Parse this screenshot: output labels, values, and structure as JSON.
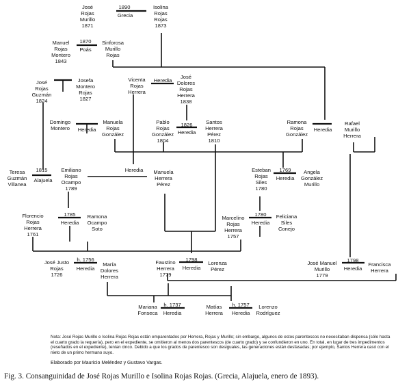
{
  "persons": {
    "jose_rojas_murillo": {
      "name": [
        "José",
        "Rojas",
        "Murillo"
      ],
      "year": "1871"
    },
    "isolina_rojas_rojas": {
      "name": [
        "Isolina",
        "Rojas",
        "Rojas"
      ],
      "year": "1873"
    },
    "manuel_rojas_montero": {
      "name": [
        "Manuel",
        "Rojas",
        "Montero"
      ],
      "year": "1843"
    },
    "sinforosa_murillo_rojas": {
      "name": [
        "Sinforosa",
        "Murillo",
        "Rojas"
      ]
    },
    "jose_rojas_guzman": {
      "name": [
        "José",
        "Rojas",
        "Guzmán"
      ],
      "year": "1824"
    },
    "josefa_montero_rojas": {
      "name": [
        "Josefa",
        "Montero",
        "Rojas"
      ],
      "year": "1827"
    },
    "vicenta_rojas_herrera": {
      "name": [
        "Vicenta",
        "Rojas",
        "Herrera"
      ]
    },
    "jose_dolores_rojas_herrera": {
      "name": [
        "José",
        "Dolores",
        "Rojas",
        "Herrera"
      ],
      "year": "1838"
    },
    "domingo_montero": {
      "name": [
        "Domingo",
        "Montero"
      ]
    },
    "manuela_rojas_gonzalez": {
      "name": [
        "Manuela",
        "Rojas",
        "González"
      ]
    },
    "pablo_rojas_gonzalez": {
      "name": [
        "Pablo",
        "Rojas",
        "González"
      ],
      "year": "1804"
    },
    "santos_herrera_perez": {
      "name": [
        "Santos",
        "Herrera",
        "Pérez"
      ],
      "year": "1810"
    },
    "ramona_rojas_gonzalez": {
      "name": [
        "Ramona",
        "Rojas",
        "González"
      ]
    },
    "rafael_murillo_herrera": {
      "name": [
        "Rafael",
        "Murillo",
        "Herrera"
      ]
    },
    "teresa_guzman_villanea": {
      "name": [
        "Teresa",
        "Guzmán",
        "Villanea"
      ]
    },
    "emiliano_rojas_ocampo": {
      "name": [
        "Emiliano",
        "Rojas",
        "Ocampo"
      ],
      "year": "1789"
    },
    "manuela_herrera_perez": {
      "name": [
        "Manuela",
        "Herrera",
        "Pérez"
      ]
    },
    "esteban_rojas_siles": {
      "name": [
        "Esteban",
        "Rojas",
        "Siles"
      ],
      "year": "1780"
    },
    "angela_gonzalez_murillo": {
      "name": [
        "Angela",
        "González",
        "Murillo"
      ]
    },
    "florencio_rojas_herrera": {
      "name": [
        "Florencio",
        "Rojas",
        "Herrera"
      ],
      "year": "1761"
    },
    "ramona_ocampo_soto": {
      "name": [
        "Ramona",
        "Ocampo",
        "Soto"
      ]
    },
    "marcelino_rojas_herrera": {
      "name": [
        "Marcelino",
        "Rojas",
        "Herrera"
      ],
      "year": "1757"
    },
    "feliciana_siles_conejo": {
      "name": [
        "Feliciana",
        "Siles",
        "Conejo"
      ]
    },
    "jose_justo_rojas": {
      "name": [
        "José Justo",
        "Rojas"
      ],
      "year": "1726"
    },
    "maria_dolores_herrera": {
      "name": [
        "María",
        "Dolores",
        "Herrera"
      ]
    },
    "faustino_herrera": {
      "name": [
        "Faustino",
        "Herrera"
      ],
      "year": "1779"
    },
    "lorenza_perez": {
      "name": [
        "Lorenza",
        "Pérez"
      ]
    },
    "jose_manuel_murillo": {
      "name": [
        "José Manuel",
        "Murillo"
      ],
      "year": "1779"
    },
    "francisca_herrera": {
      "name": [
        "Francisca",
        "Herrera"
      ]
    },
    "mariana_fonseca": {
      "name": [
        "Mariana",
        "Fonseca"
      ]
    },
    "matias_herrera": {
      "name": [
        "Matías",
        "Herrera"
      ]
    },
    "lorenzo_rodriguez": {
      "name": [
        "Lorenzo",
        "Rodríguez"
      ]
    }
  },
  "marriages": {
    "m_1890": {
      "top": "1890",
      "bottom": "Grecia"
    },
    "m_1870": {
      "top": "1870",
      "bottom": "Poás"
    },
    "m_heredia_jd": {
      "top": "",
      "bottom": "Heredia"
    },
    "m_jose_josefa": {
      "top": "",
      "bottom": ""
    },
    "m_domingo": {
      "top": "",
      "bottom": "Heredia"
    },
    "m_1826": {
      "top": "1826",
      "bottom": "Heredia"
    },
    "m_rafael": {
      "top": "",
      "bottom": "Heredia"
    },
    "m_1815": {
      "top": "1815",
      "bottom": "Alajuela"
    },
    "m_emiliano": {
      "top": "",
      "bottom": "Heredia"
    },
    "m_1769": {
      "top": "1769",
      "bottom": "Heredia"
    },
    "m_1785": {
      "top": "1785",
      "bottom": "Heredia"
    },
    "m_1780": {
      "top": "1780",
      "bottom": "Heredia"
    },
    "m_1756": {
      "top": "h. 1756",
      "bottom": "Heredia"
    },
    "m_1798a": {
      "top": "1798",
      "bottom": "Heredia"
    },
    "m_1798b": {
      "top": "1798",
      "bottom": "Heredia"
    },
    "m_1737": {
      "top": "h. 1737",
      "bottom": "Heredia"
    },
    "m_1757": {
      "top": "h. 1757",
      "bottom": "Heredia"
    }
  },
  "note": "Nota: José Rojas Murillo e Isolina Rojas Rojas están emparentados por Herrera, Rojas y Murillo; sin embargo, algunos de estos parentescos no necesitaban dispensa (sólo hasta el cuarto grado la requería), pero en el expediente, se omitieron al menos dos parentescos (de cuarto grado) y se confundieron en uno. En total, en lugar de tres impedimentos (reseñados en el expediente), tenían cinco. Debido a que los grados de parentesco son desiguales, las generaciones están desfasadas; por ejemplo, Santos Herrera casó con el nieto de un primo hermano suyo.",
  "credit": "Elaborado por Mauricio Meléndez y Gustavo Vargas.",
  "caption": "Fig. 3. Consanguinidad de José Rojas Murillo e Isolina Rojas Rojas. (Grecia, Alajuela, enero de 1893)."
}
